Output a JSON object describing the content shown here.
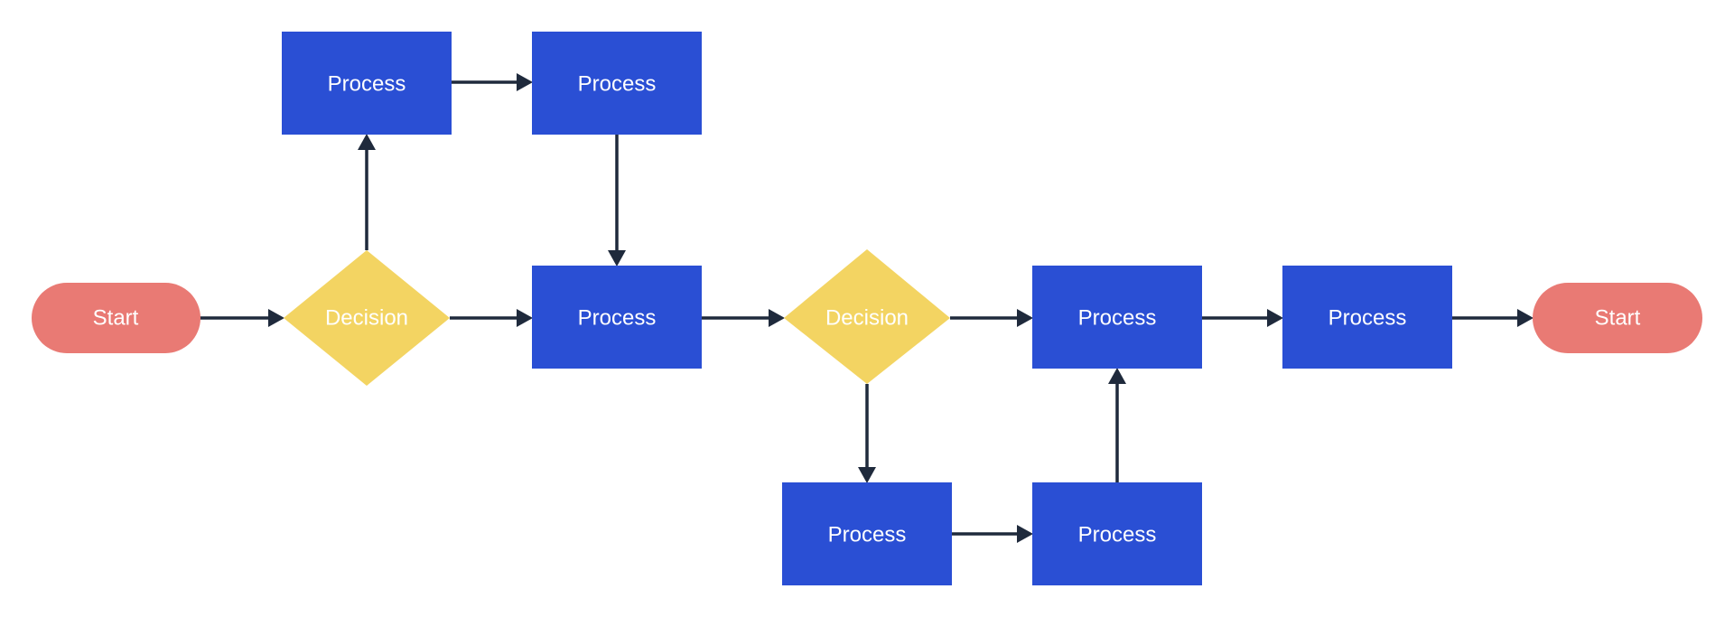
{
  "colors": {
    "terminal_fill": "#e97a74",
    "decision_fill": "#f3d462",
    "process_fill": "#2a4fd4",
    "label_color": "#ffffff",
    "connector_color": "#1f2a3c"
  },
  "nodes": {
    "start_left": {
      "shape": "terminal",
      "label": "Start"
    },
    "decision_1": {
      "shape": "decision",
      "label": "Decision"
    },
    "process_top_1": {
      "shape": "process",
      "label": "Process"
    },
    "process_top_2": {
      "shape": "process",
      "label": "Process"
    },
    "process_mid_1": {
      "shape": "process",
      "label": "Process"
    },
    "decision_2": {
      "shape": "decision",
      "label": "Decision"
    },
    "process_mid_2": {
      "shape": "process",
      "label": "Process"
    },
    "process_mid_3": {
      "shape": "process",
      "label": "Process"
    },
    "start_right": {
      "shape": "terminal",
      "label": "Start"
    },
    "process_bottom_1": {
      "shape": "process",
      "label": "Process"
    },
    "process_bottom_2": {
      "shape": "process",
      "label": "Process"
    }
  },
  "edges": [
    {
      "from": "start_left",
      "to": "decision_1"
    },
    {
      "from": "decision_1",
      "to": "process_top_1"
    },
    {
      "from": "process_top_1",
      "to": "process_top_2"
    },
    {
      "from": "process_top_2",
      "to": "process_mid_1"
    },
    {
      "from": "decision_1",
      "to": "process_mid_1"
    },
    {
      "from": "process_mid_1",
      "to": "decision_2"
    },
    {
      "from": "decision_2",
      "to": "process_mid_2"
    },
    {
      "from": "decision_2",
      "to": "process_bottom_1"
    },
    {
      "from": "process_bottom_1",
      "to": "process_bottom_2"
    },
    {
      "from": "process_bottom_2",
      "to": "process_mid_2"
    },
    {
      "from": "process_mid_2",
      "to": "process_mid_3"
    },
    {
      "from": "process_mid_3",
      "to": "start_right"
    }
  ]
}
